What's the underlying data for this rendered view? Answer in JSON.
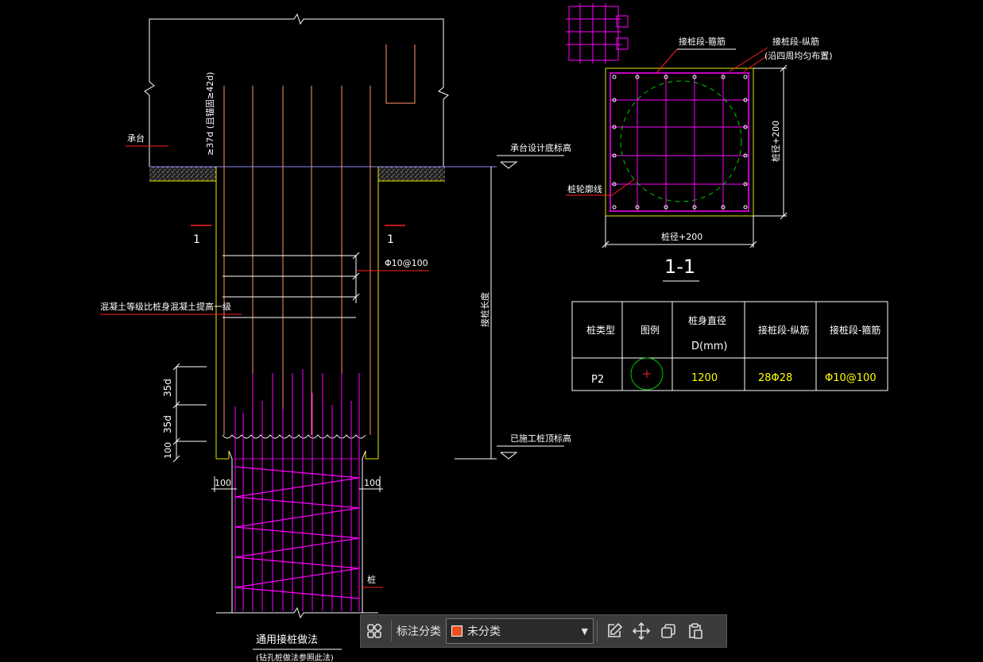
{
  "colors": {
    "background": "#000000",
    "border_yellow": "#e6e600",
    "rebar_orange": "#ff9966",
    "spiral_magenta": "#ff00ff",
    "leader_red": "#ff2020",
    "dashed_green": "#00cc00",
    "table_yellow": "#ffff00",
    "swatch": "#e8501c"
  },
  "drawing": {
    "label_cap": "承台",
    "label_cap_bottom": "承台设计底标高",
    "label_anchor": "≥37d (且锚固≥42d)",
    "label_section_left": "1",
    "label_section_right": "1",
    "label_stirrup": "Φ10@100",
    "label_concrete": "混凝土等级比桩身混凝土提高一级",
    "label_pile_length": "接桩长度",
    "dim_35d_a": "35d",
    "dim_35d_b": "35d",
    "dim_100_v": "100",
    "dim_100_left": "100",
    "dim_100_right": "100",
    "label_existing_top": "已施工桩顶标高",
    "label_pile": "桩",
    "title_method": "通用接桩做法",
    "subtitle_method": "(钻孔桩做法参照此法)",
    "sec_stirrup": "接桩段-箍筋",
    "sec_longbar": "接桩段-纵筋",
    "sec_longbar_note": "(沿四周均匀布置)",
    "sec_pile_outline": "桩轮廓线",
    "sec_dim_right": "桩径+200",
    "sec_dim_bottom": "桩径+200",
    "sec_title": "1-1"
  },
  "table": {
    "headers": [
      "桩类型",
      "图例",
      "桩身直径",
      "接桩段-纵筋",
      "接桩段-箍筋"
    ],
    "header_sub": "D(mm)",
    "rows": [
      {
        "type": "P2",
        "diameter": "1200",
        "longbar": "28Φ28",
        "stirrup": "Φ10@100"
      }
    ]
  },
  "toolbar": {
    "grid_icon": "grid-icon",
    "label": "标注分类",
    "select_value": "未分类",
    "edit_icon": "edit-icon",
    "move_icon": "move-icon",
    "copy_icon": "copy-icon",
    "paste_icon": "paste-icon"
  }
}
